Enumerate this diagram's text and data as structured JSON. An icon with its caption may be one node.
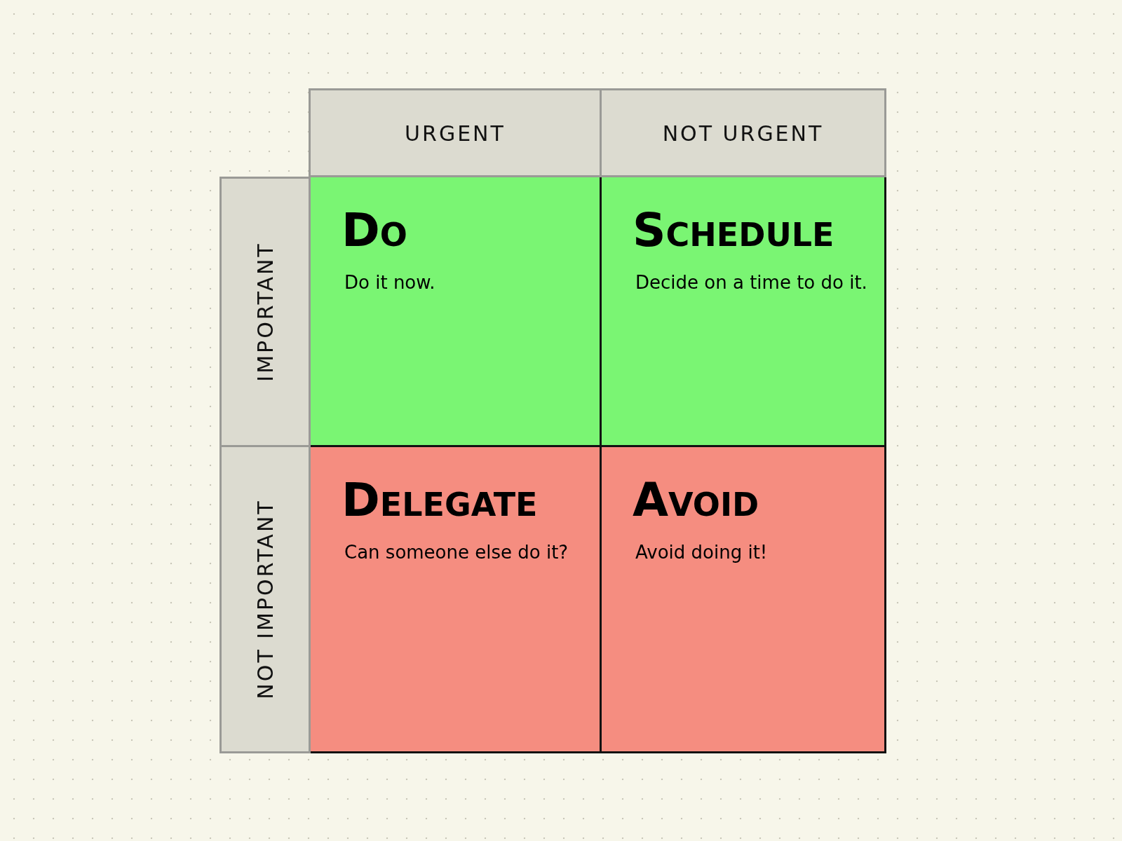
{
  "diagram": {
    "nodes": [
      {
        "text": [
          "URGENT"
        ]
      },
      {
        "text": [
          "NOT URGENT"
        ]
      },
      {
        "text": [
          "IMPORTANT"
        ]
      },
      {
        "text": [
          "Do",
          "Do it now."
        ]
      },
      {
        "text": [
          "Schedule",
          "Decide on a time to do it."
        ]
      },
      {
        "text": [
          "NOT IMPORTANT"
        ]
      },
      {
        "text": [
          "Delegate",
          "Can someone else do it?"
        ]
      },
      {
        "text": [
          "Avoid",
          "Avoid doing it!"
        ]
      }
    ]
  }
}
